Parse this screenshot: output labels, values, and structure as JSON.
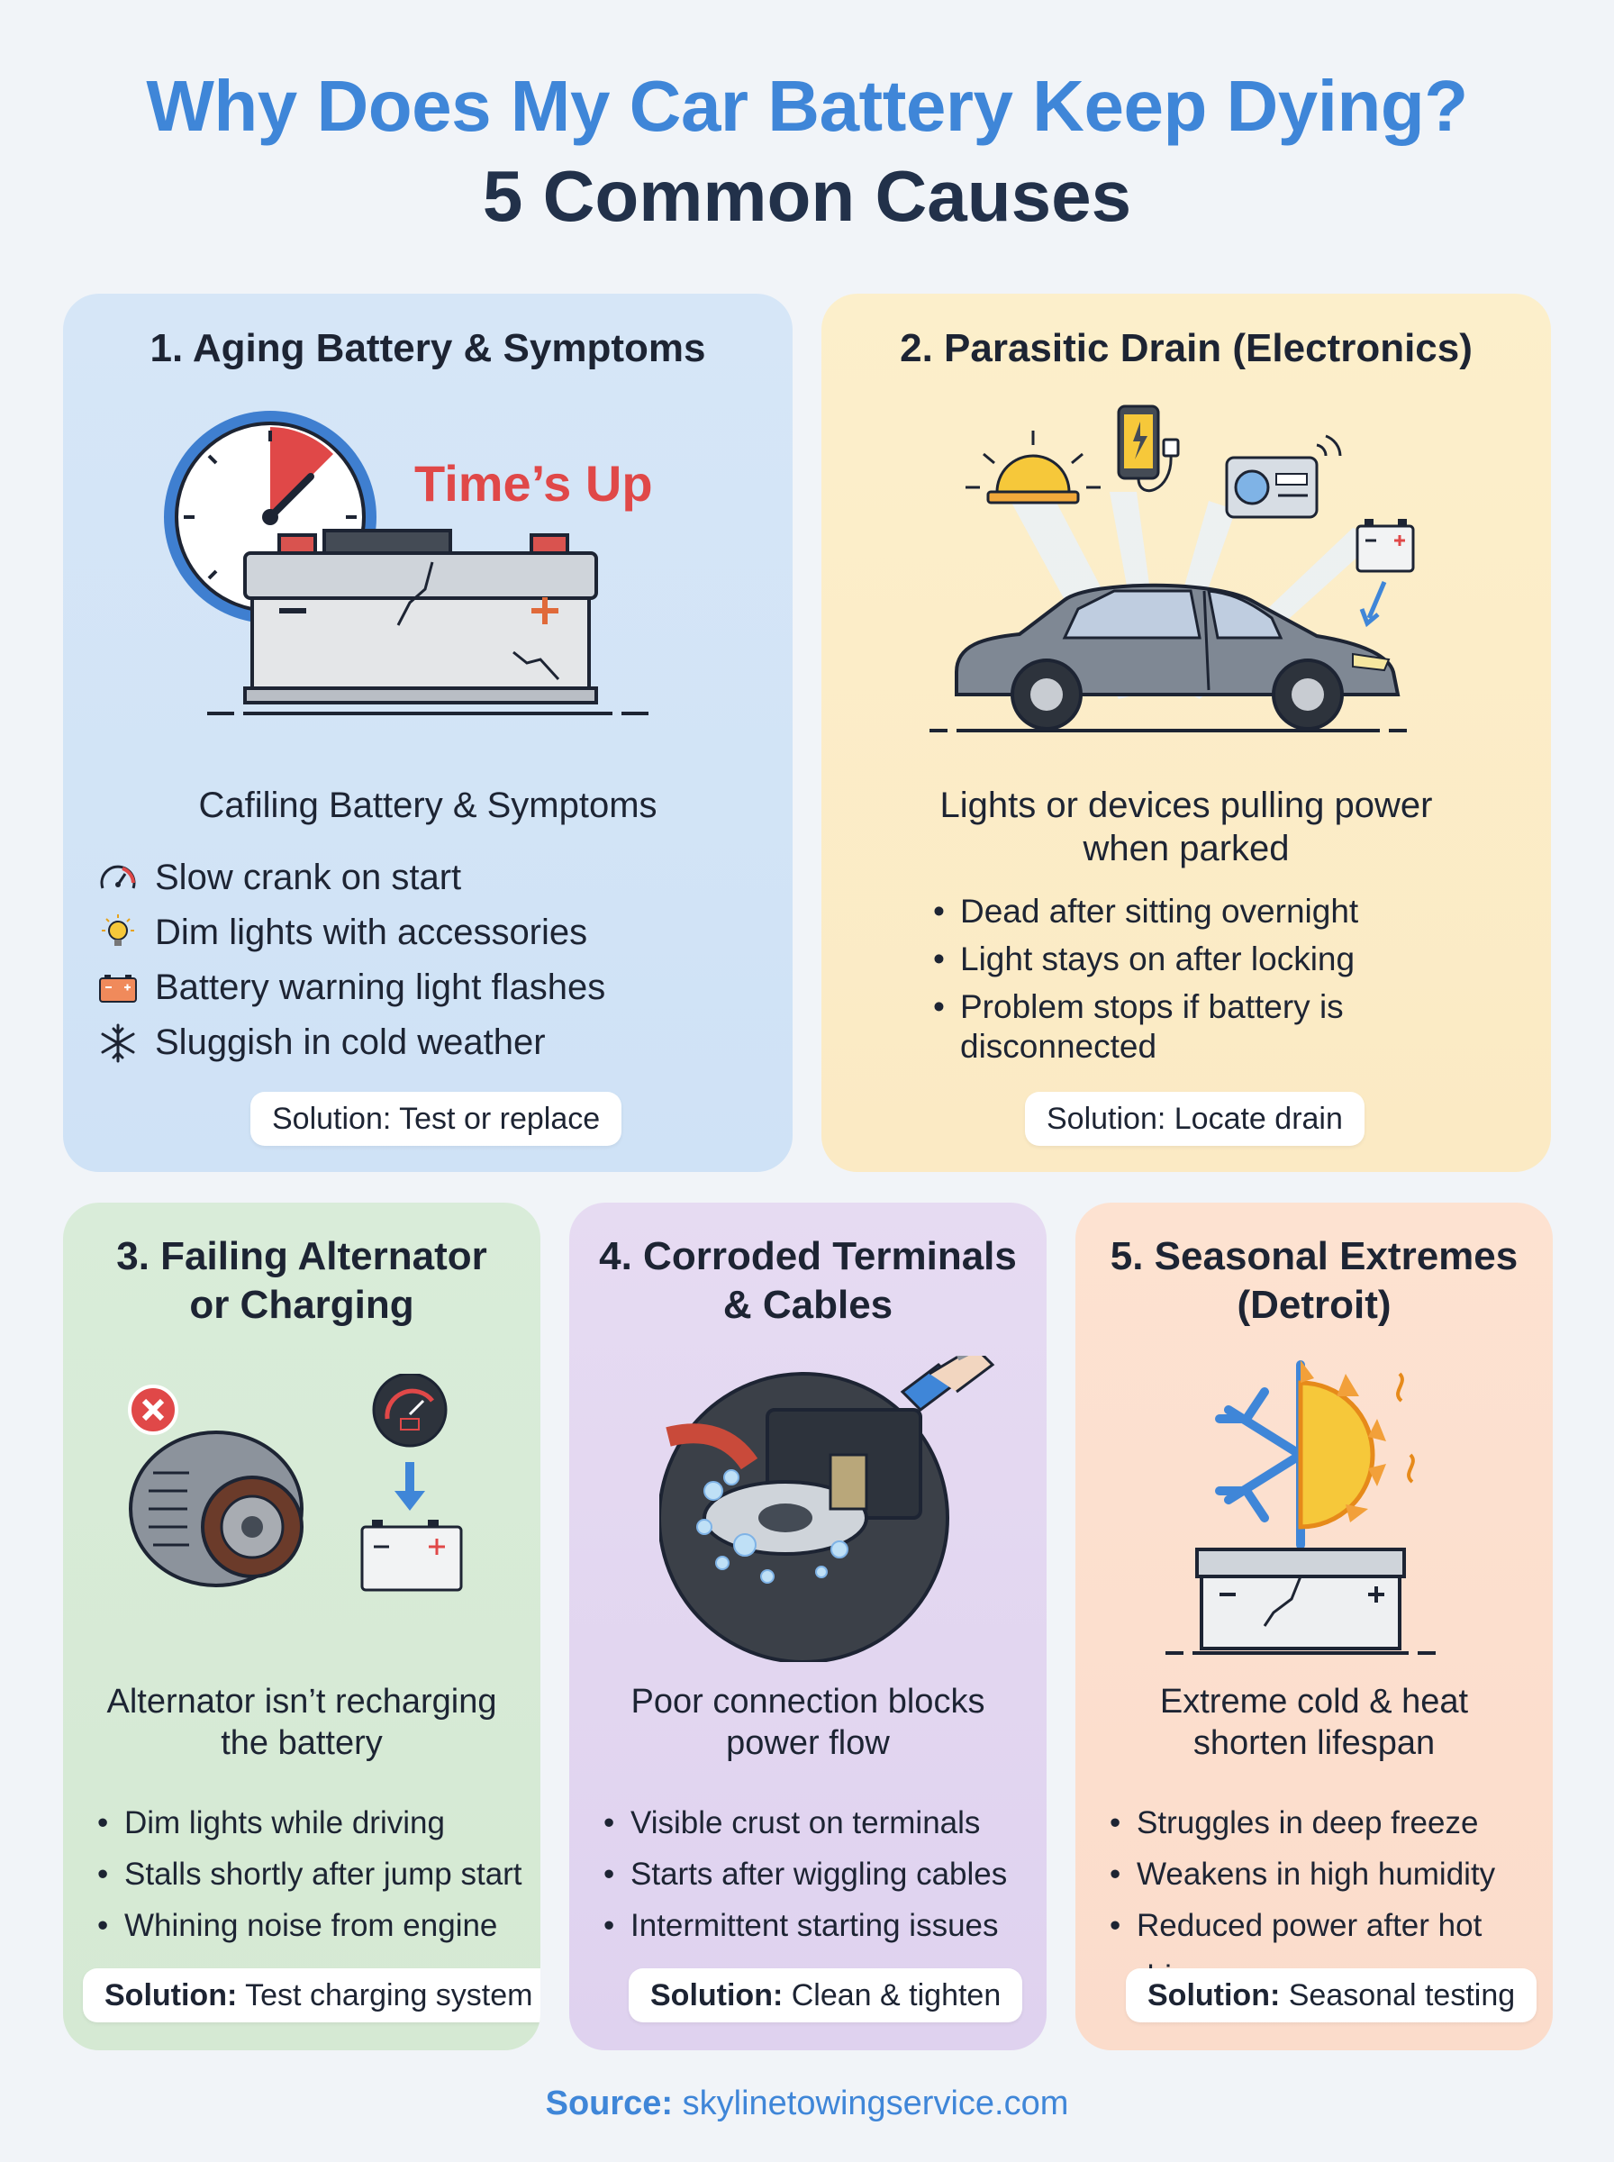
{
  "header": {
    "title_line1": "Why Does My Car Battery Keep Dying?",
    "title_line2": "5 Common Causes"
  },
  "cards": [
    {
      "title": "1. Aging Battery & Symptoms",
      "illustration_label": "Time’s Up",
      "subhead": "Cafiling Battery & Symptoms",
      "symptoms": [
        {
          "icon": "gauge-icon",
          "text": "Slow crank on start"
        },
        {
          "icon": "lightbulb-icon",
          "text": "Dim lights with accessories"
        },
        {
          "icon": "battery-icon",
          "text": "Battery warning light flashes"
        },
        {
          "icon": "snowflake-icon",
          "text": "Sluggish in cold weather"
        }
      ],
      "solution": "Solution: Test or replace",
      "color": "#d6e6f7"
    },
    {
      "title": "2. Parasitic Drain (Electronics)",
      "subhead_line1": "Lights or devices pulling power",
      "subhead_line2": "when parked",
      "bullets": [
        "Dead after sitting overnight",
        "Light stays on after locking",
        "Problem stops if battery is disconnected"
      ],
      "solution": "Solution: Locate drain",
      "color": "#fcefcb"
    },
    {
      "title_line1": "3. Failing Alternator",
      "title_line2": "or Charging",
      "subhead_line1": "Alternator isn’t recharging",
      "subhead_line2": "the battery",
      "bullets": [
        "Dim lights while driving",
        "Stalls shortly after jump start",
        "Whining noise from engine"
      ],
      "solution_label": "Solution:",
      "solution_value": "Test charging system",
      "color": "#d9ecd9"
    },
    {
      "title_line1": "4. Corroded Terminals",
      "title_line2": "& Cables",
      "subhead_line1": "Poor connection blocks",
      "subhead_line2": "power flow",
      "bullets": [
        "Visible crust on terminals",
        "Starts after wiggling cables",
        "Intermittent starting issues"
      ],
      "solution_label": "Solution:",
      "solution_value": "Clean & tighten",
      "color": "#e6dbf2"
    },
    {
      "title_line1": "5. Seasonal Extremes",
      "title_line2": "(Detroit)",
      "subhead_line1": "Extreme cold & heat",
      "subhead_line2": "shorten lifespan",
      "bullets": [
        "Struggles in deep freeze",
        "Weakens in high humidity",
        "Reduced power after hot drive"
      ],
      "solution_label": "Solution:",
      "solution_value": "Seasonal testing",
      "color": "#fde2d1"
    }
  ],
  "footer": {
    "source_label": "Source:",
    "source_value": "skylinetowingservice.com"
  },
  "colors": {
    "title_blue": "#3f86d8",
    "title_dark": "#22314a",
    "warning_red": "#e04848"
  }
}
